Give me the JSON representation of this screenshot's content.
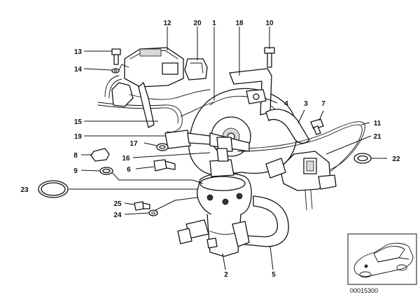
{
  "diagram": {
    "reference_number": "00015300",
    "callouts": [
      {
        "id": "c1",
        "text": "1"
      },
      {
        "id": "c2",
        "text": "2"
      },
      {
        "id": "c3",
        "text": "3"
      },
      {
        "id": "c4",
        "text": "4"
      },
      {
        "id": "c5",
        "text": "5"
      },
      {
        "id": "c6",
        "text": "6"
      },
      {
        "id": "c7",
        "text": "7"
      },
      {
        "id": "c8",
        "text": "8"
      },
      {
        "id": "c9",
        "text": "9"
      },
      {
        "id": "c10",
        "text": "10"
      },
      {
        "id": "c11",
        "text": "11"
      },
      {
        "id": "c12",
        "text": "12"
      },
      {
        "id": "c13",
        "text": "13"
      },
      {
        "id": "c14",
        "text": "14"
      },
      {
        "id": "c15",
        "text": "15"
      },
      {
        "id": "c16",
        "text": "16"
      },
      {
        "id": "c17",
        "text": "17"
      },
      {
        "id": "c18",
        "text": "18"
      },
      {
        "id": "c19",
        "text": "19"
      },
      {
        "id": "c20",
        "text": "20"
      },
      {
        "id": "c21",
        "text": "21"
      },
      {
        "id": "c22",
        "text": "22"
      },
      {
        "id": "c23",
        "text": "23"
      },
      {
        "id": "c24",
        "text": "24"
      },
      {
        "id": "c25",
        "text": "25"
      }
    ]
  }
}
